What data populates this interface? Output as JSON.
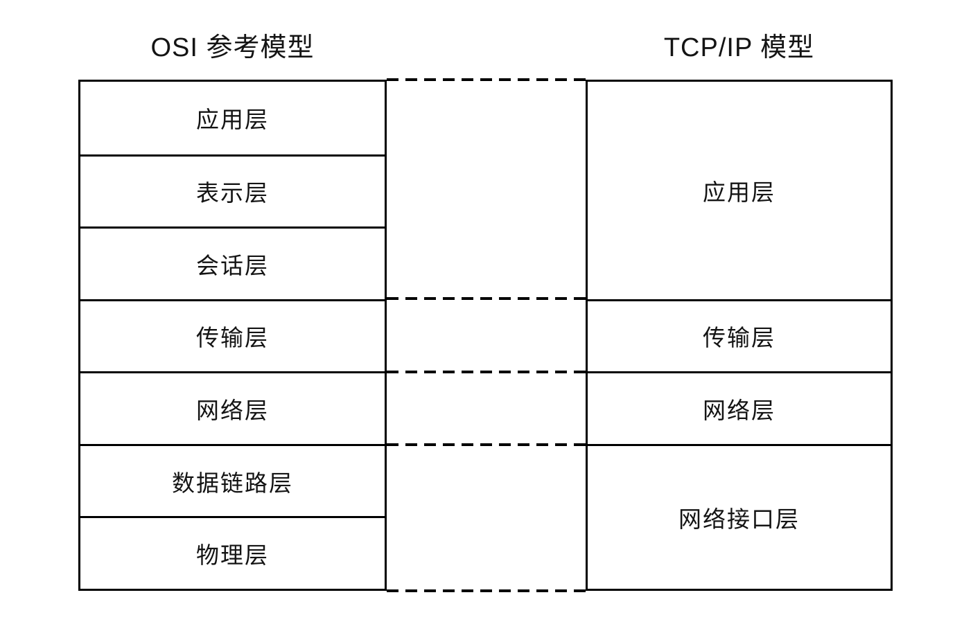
{
  "diagram": {
    "osi": {
      "title": "OSI 参考模型",
      "layers": [
        "应用层",
        "表示层",
        "会话层",
        "传输层",
        "网络层",
        "数据链路层",
        "物理层"
      ]
    },
    "tcpip": {
      "title": "TCP/IP 模型",
      "layers": [
        {
          "label": "应用层",
          "osi_span": 3
        },
        {
          "label": "传输层",
          "osi_span": 1
        },
        {
          "label": "网络层",
          "osi_span": 1
        },
        {
          "label": "网络接口层",
          "osi_span": 2
        }
      ]
    },
    "style": {
      "line_color": "#000000",
      "text_color": "#141414",
      "background_color": "#ffffff",
      "boundary_line_style": "dashed"
    }
  }
}
